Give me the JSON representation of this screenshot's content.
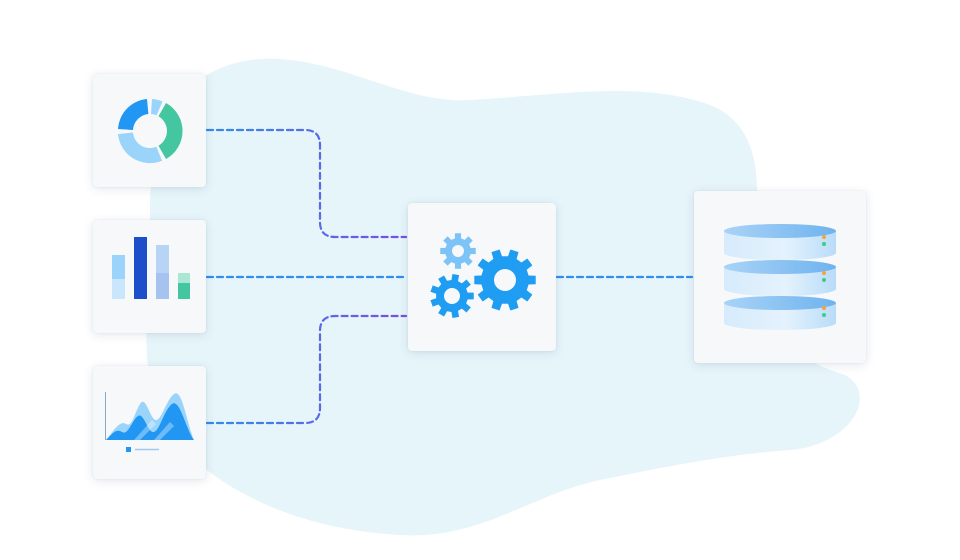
{
  "colors": {
    "background_blob": "#e6f5fa",
    "card_background": "#f6f8fa",
    "connector_start": "#2f8cf0",
    "connector_end": "#7b4fe0",
    "primary_blue": "#2196f3",
    "light_blue": "#9ad4fb",
    "dark_blue": "#1c4fc9",
    "pale_blue": "#b7d3f5",
    "green": "#44c7a0",
    "gear_light": "#7cc4f7",
    "gear_dark": "#1e9df2",
    "database_light": "#e4f2fd",
    "database_dark": "#6fb3ee",
    "indicator_orange": "#f7a23b",
    "indicator_green": "#3ecb86"
  },
  "nodes": {
    "sources": [
      {
        "id": "donut-chart",
        "icon": "donut-chart-icon"
      },
      {
        "id": "bar-chart",
        "icon": "bar-chart-icon"
      },
      {
        "id": "area-chart",
        "icon": "area-chart-icon"
      }
    ],
    "processor": {
      "id": "processing",
      "icon": "gears-icon"
    },
    "target": {
      "id": "database",
      "icon": "database-icon"
    }
  },
  "edges": [
    {
      "from": "donut-chart",
      "to": "processing",
      "style": "dashed"
    },
    {
      "from": "bar-chart",
      "to": "processing",
      "style": "dashed"
    },
    {
      "from": "area-chart",
      "to": "processing",
      "style": "dashed"
    },
    {
      "from": "processing",
      "to": "database",
      "style": "dashed"
    }
  ]
}
